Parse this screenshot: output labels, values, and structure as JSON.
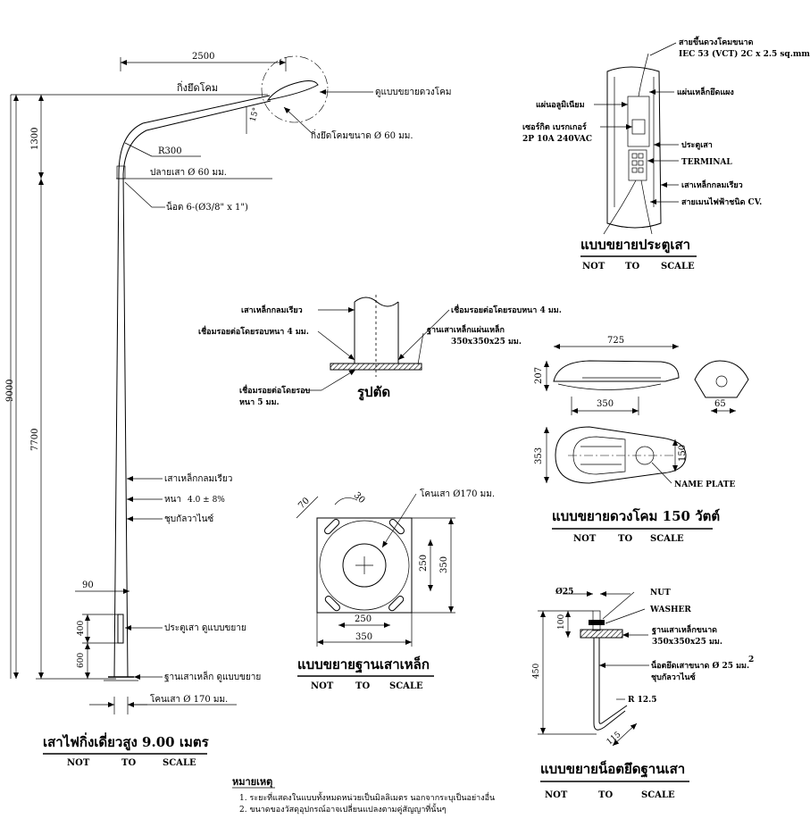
{
  "pole": {
    "dim_top_width": "2500",
    "label_arm": "กิ่งยึดโคม",
    "label_lamp_detail": "ดูแบบขยายดวงโคม",
    "dim_angle": "15°",
    "dim_1300": "1300",
    "label_arm_spec": "กิ่งยึดโคมขนาด Ø 60 มม.",
    "label_radius": "R300",
    "label_pole_tip": "ปลายเสา Ø 60 มม.",
    "label_bolts": "น็อต 6-(Ø3/8\" x 1\")",
    "dim_9000": "9000",
    "dim_7700": "7700",
    "label_steel_pole": "เสาเหล็กกลมเรียว",
    "label_thickness_prefix": "หนา",
    "label_thickness_value": "4.0 ± 8%",
    "label_galvanized": "ชุบกัลวาไนซ์",
    "dim_90": "90",
    "dim_400": "400",
    "dim_600": "600",
    "label_pole_door": "ประตูเสา ดูแบบขยาย",
    "label_base_plate": "ฐานเสาเหล็ก ดูแบบขยาย",
    "label_base_diameter": "โคนเสา Ø 170 มม.",
    "title": "เสาไฟกิ่งเดี่ยวสูง 9.00 เมตร",
    "scale_not": "NOT",
    "scale_to": "TO",
    "scale_scale": "SCALE"
  },
  "door": {
    "label_wire": "สายขึ้นดวงโคมขนาด",
    "label_wire_spec": "IEC 53 (VCT) 2C x 2.5 sq.mm.",
    "label_aluminium": "แผ่นอลูมิเนียม",
    "label_mount_plate": "แผ่นเหล็กยึดแผง",
    "label_breaker": "เซอร์กิต เบรกเกอร์",
    "label_breaker_spec": "2P 10A 240VAC",
    "label_door": "ประตูเสา",
    "label_terminal": "TERMINAL",
    "label_steel_pole": "เสาเหล็กกลมเรียว",
    "label_main_cable": "สายเมนไฟฟ้าชนิด CV.",
    "title": "แบบขยายประตูเสา",
    "scale_not": "NOT",
    "scale_to": "TO",
    "scale_scale": "SCALE"
  },
  "section": {
    "label_pole": "เสาเหล็กกลมเรียว",
    "label_weld_left": "เชื่อมรอยต่อโดยรอบหนา 4 มม.",
    "label_weld_right": "เชื่อมรอยต่อโดยรอบหนา 4 มม.",
    "label_plate": "ฐานเสาเหล็กแผ่นเหล็ก",
    "label_plate_spec": "350x350x25 มม.",
    "label_weld_bottom": "เชื่อมรอยต่อโดยรอบ",
    "label_weld_bottom2": "หนา 5 มม.",
    "title": "รูปตัด"
  },
  "lamp": {
    "dim_725": "725",
    "dim_207": "207",
    "dim_350": "350",
    "dim_353": "353",
    "dim_150": "150",
    "dim_65": "65",
    "label_name_plate": "NAME PLATE",
    "title": "แบบขยายดวงโคม 150 วัตต์",
    "scale_not": "NOT",
    "scale_to": "TO",
    "scale_scale": "SCALE"
  },
  "base": {
    "dim_70": "70",
    "dim_30": "30",
    "label_pole_base": "โคนเสา Ø170 มม.",
    "dim_250_v": "250",
    "dim_350_v": "350",
    "dim_250_h": "250",
    "dim_350_h": "350",
    "title": "แบบขยายฐานเสาเหล็ก",
    "scale_not": "NOT",
    "scale_to": "TO",
    "scale_scale": "SCALE"
  },
  "bolt": {
    "dim_25": "Ø25",
    "label_nut": "NUT",
    "label_washer": "WASHER",
    "dim_100": "100",
    "label_plate": "ฐานเสาเหล็กขนาด",
    "label_plate_spec": "350x350x25 มม.",
    "dim_450": "450",
    "label_bolt": "น็อตยึดเสาขนาด Ø 25 มม.",
    "label_bolt_sup": "2",
    "label_galv": "ชุบกัลวาไนซ์",
    "label_radius": "R 12.5",
    "dim_115": "115",
    "title": "แบบขยายน็อตยึดฐานเสา",
    "scale_not": "NOT",
    "scale_to": "TO",
    "scale_scale": "SCALE"
  },
  "notes": {
    "title": "หมายเหตุ",
    "line1": "1. ระยะที่แสดงในแบบทั้งหมดหน่วยเป็นมิลลิเมตร นอกจากระบุเป็นอย่างอื่น",
    "line2": "2. ขนาดของวัสดุอุปกรณ์อาจเปลี่ยนแปลงตามคู่สัญญาที่นั้นๆ"
  }
}
